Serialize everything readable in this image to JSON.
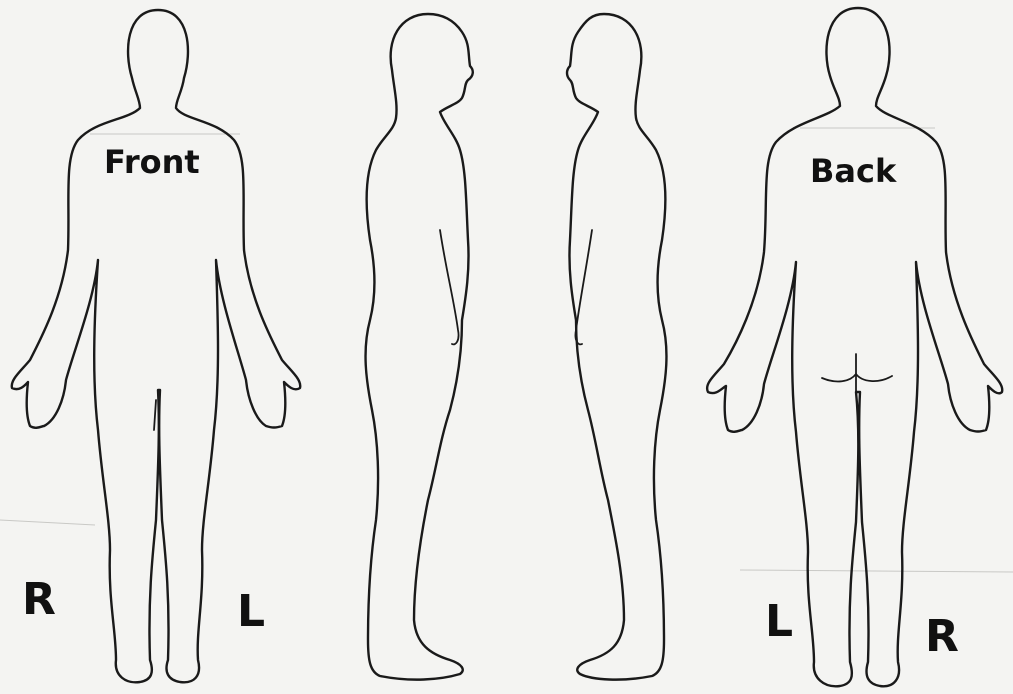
{
  "labels": {
    "front": "Front",
    "back": "Back",
    "front_right": "R",
    "front_left": "L",
    "back_left": "L",
    "back_right": "R"
  },
  "colors": {
    "background": "#f4f4f2",
    "outline": "#1a1a1a"
  }
}
